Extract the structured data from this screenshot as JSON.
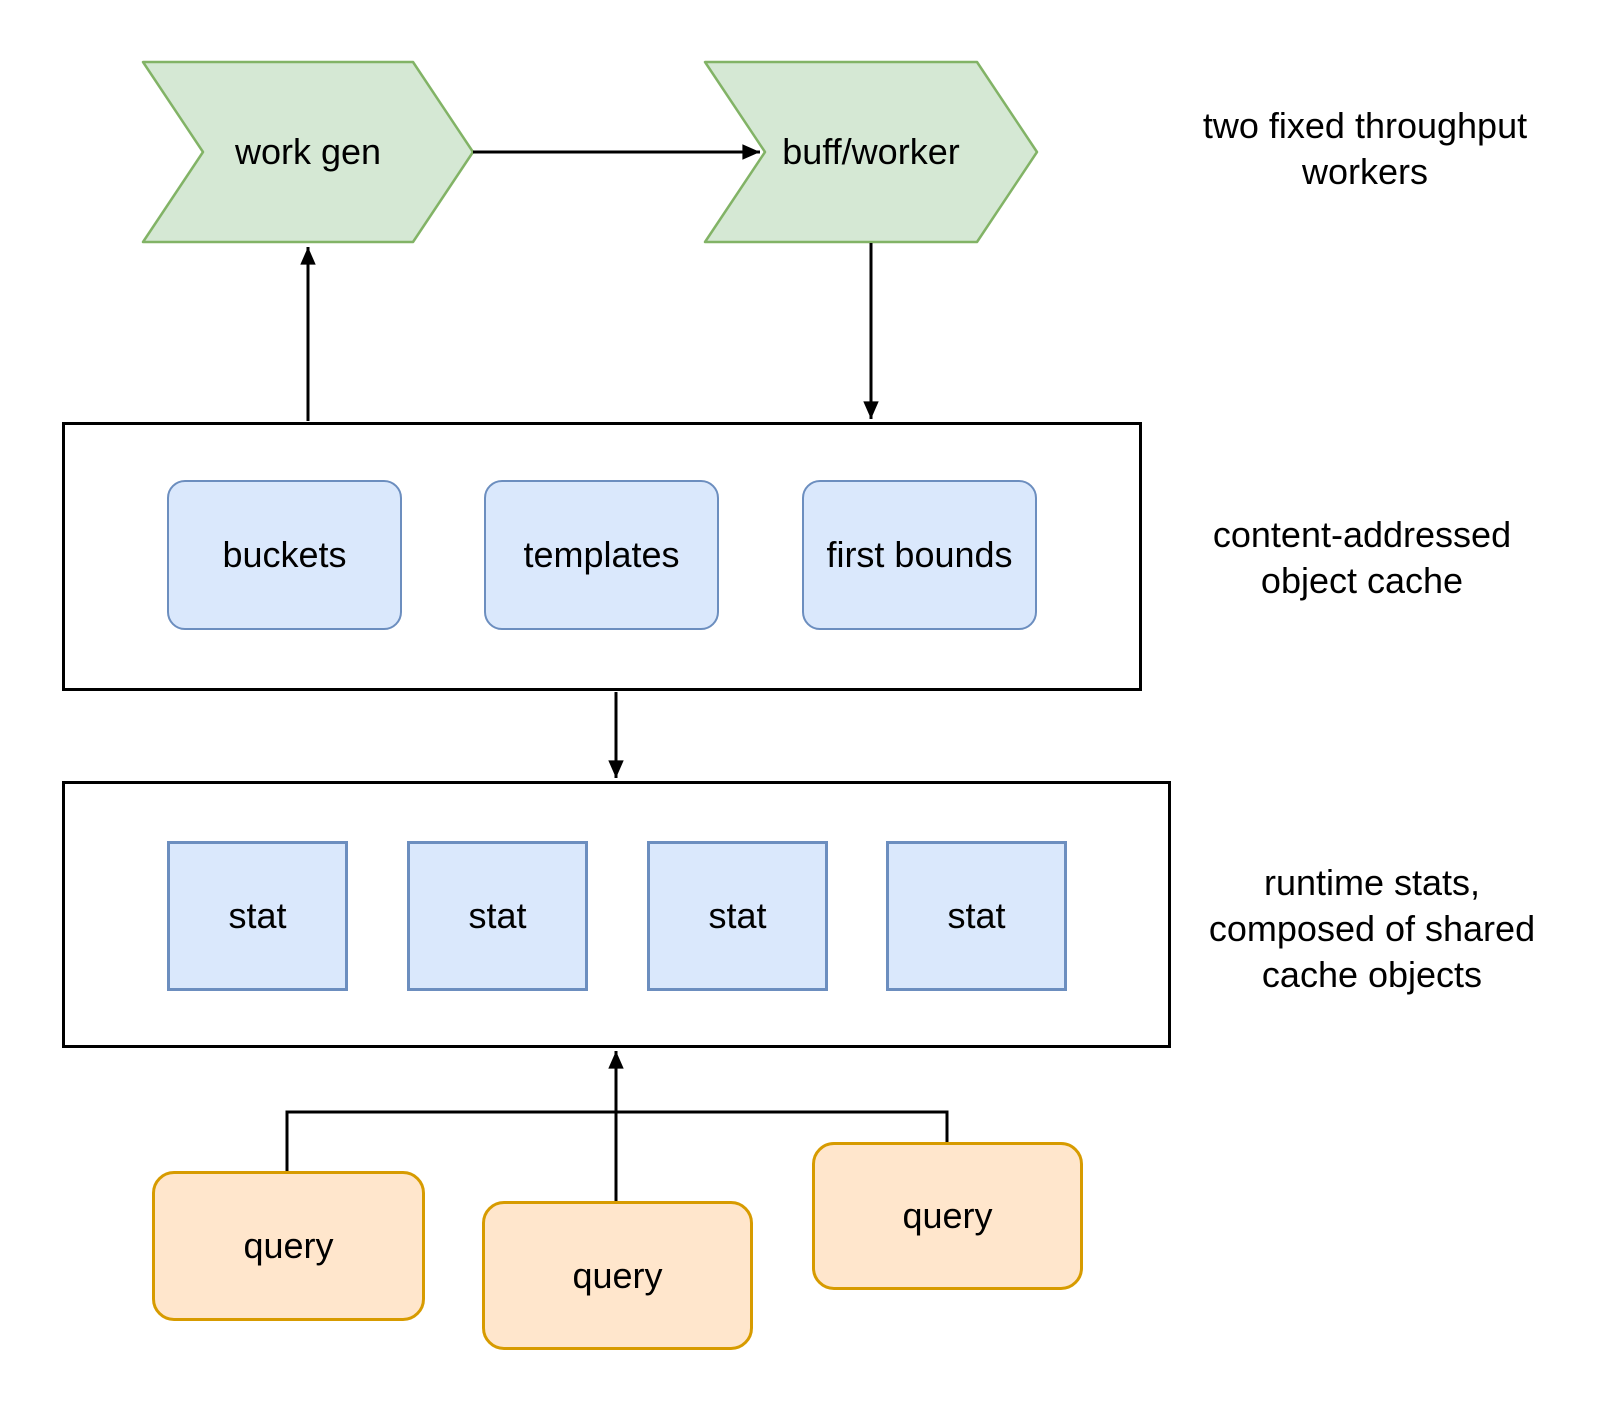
{
  "diagram": {
    "workers": {
      "work_gen_label": "work gen",
      "buff_worker_label": "buff/worker",
      "annotation": "two fixed throughput\nworkers"
    },
    "cache": {
      "items": [
        {
          "label": "buckets"
        },
        {
          "label": "templates"
        },
        {
          "label": "first bounds"
        }
      ],
      "annotation": "content-addressed\nobject cache"
    },
    "stats": {
      "items": [
        {
          "label": "stat"
        },
        {
          "label": "stat"
        },
        {
          "label": "stat"
        },
        {
          "label": "stat"
        }
      ],
      "annotation": "runtime stats,\ncomposed of shared\ncache objects"
    },
    "queries": {
      "items": [
        {
          "label": "query"
        },
        {
          "label": "query"
        },
        {
          "label": "query"
        }
      ]
    },
    "colors": {
      "worker_fill": "#d5e8d4",
      "worker_stroke": "#82b366",
      "cache_fill": "#dae8fc",
      "cache_stroke": "#6c8ebf",
      "query_fill": "#ffe6cc",
      "query_stroke": "#d79b00",
      "line": "#000000"
    }
  }
}
